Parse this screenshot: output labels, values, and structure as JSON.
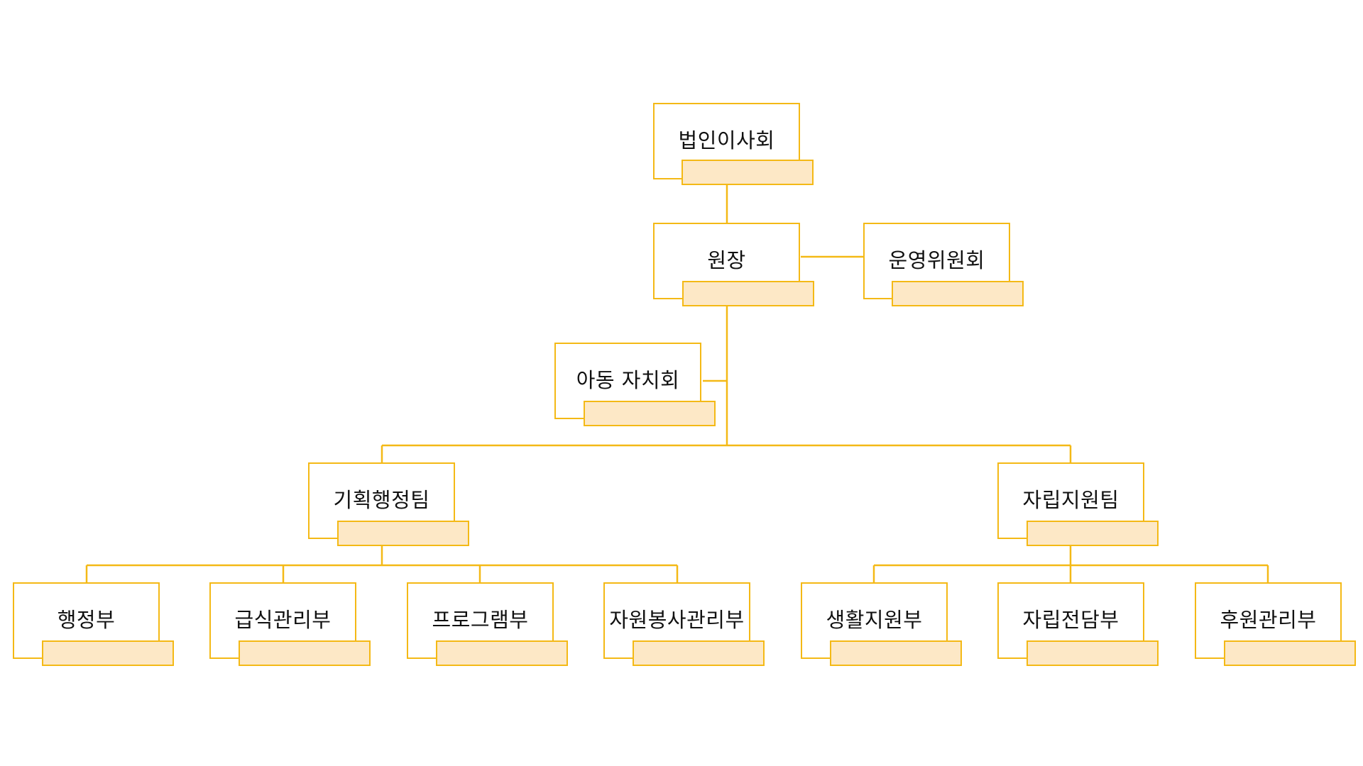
{
  "accent_color": "#F4B916",
  "sub_fill_color": "#FDE8C6",
  "org_chart": {
    "board": {
      "label": "법인이사회",
      "sub": ""
    },
    "director": {
      "label": "원장",
      "sub": ""
    },
    "committee": {
      "label": "운영위원회",
      "sub": ""
    },
    "children_council": {
      "label": "아동 자치회",
      "sub": ""
    },
    "planning_team": {
      "label": "기획행정팀",
      "sub": "",
      "departments": [
        {
          "label": "행정부",
          "sub": ""
        },
        {
          "label": "급식관리부",
          "sub": ""
        },
        {
          "label": "프로그램부",
          "sub": ""
        },
        {
          "label": "자원봉사관리부",
          "sub": ""
        }
      ]
    },
    "independence_team": {
      "label": "자립지원팀",
      "sub": "",
      "departments": [
        {
          "label": "생활지원부",
          "sub": ""
        },
        {
          "label": "자립전담부",
          "sub": ""
        },
        {
          "label": "후원관리부",
          "sub": ""
        }
      ]
    }
  }
}
